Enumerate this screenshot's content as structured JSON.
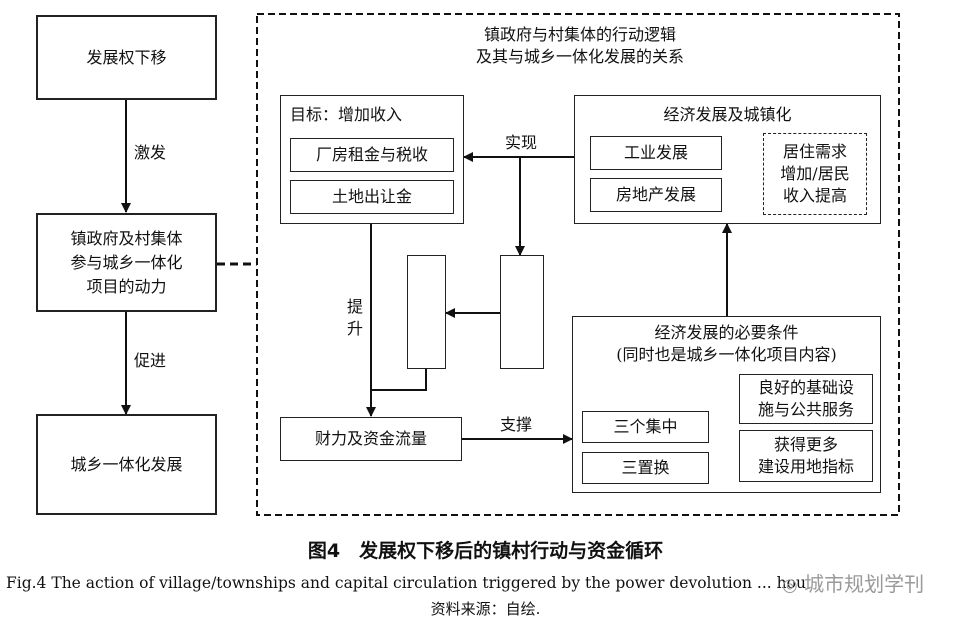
{
  "left_chain": {
    "top": "发展权下移",
    "arrow1": "激发",
    "middle": "镇政府及村集体\n参与城乡一体化\n项目的动力",
    "arrow2": "促进",
    "bottom": "城乡一体化发展"
  },
  "frame_title": "镇政府与村集体的行动逻辑\n及其与城乡一体化发展的关系",
  "goal": {
    "title": "目标：增加收入",
    "items": [
      "厂房租金与税收",
      "土地出让金"
    ]
  },
  "econ": {
    "title": "经济发展及城镇化",
    "items": [
      "工业发展",
      "房地产发展"
    ],
    "side": "居住需求\n增加/居民\n收入提高"
  },
  "label_realize": "实现",
  "label_raise": "提\n升",
  "label_support": "支撑",
  "finance": "财力及资金流量",
  "cond": {
    "title": "经济发展的必要条件\n(同时也是城乡一体化项目内容)",
    "left_items": [
      "三个集中",
      "三置换"
    ],
    "right_items": [
      "良好的基础设\n施与公共服务",
      "获得更多\n建设用地指标"
    ]
  },
  "caption_cn": "图4　发展权下移后的镇村行动与资金循环",
  "caption_en": "Fig.4   The action of village/townships and capital circulation triggered by the power devolution ... hou",
  "source": "资料来源：自绘.",
  "watermark": "城市规划学刊"
}
